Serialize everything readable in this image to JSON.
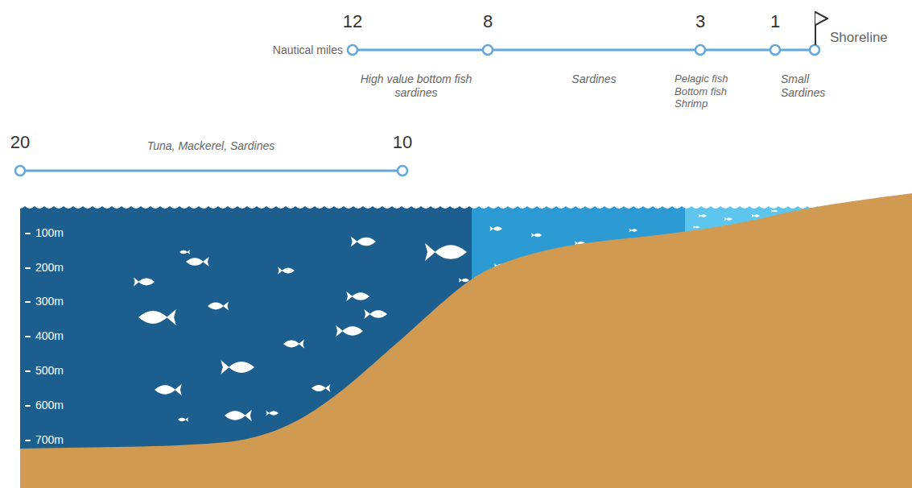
{
  "diagram": {
    "labels": [
      "Nautical miles",
      "12",
      "8",
      "3",
      "1",
      "Shoreline",
      "High value bottom fish sardines",
      "Sardines",
      "Pelagic fish Bottom fish Shrimp",
      "Small Sardines",
      "20",
      "Tuna, Mackerel, Sardines",
      "10",
      "100m",
      "200m",
      "300m",
      "400m",
      "500m",
      "600m",
      "700m"
    ]
  }
}
